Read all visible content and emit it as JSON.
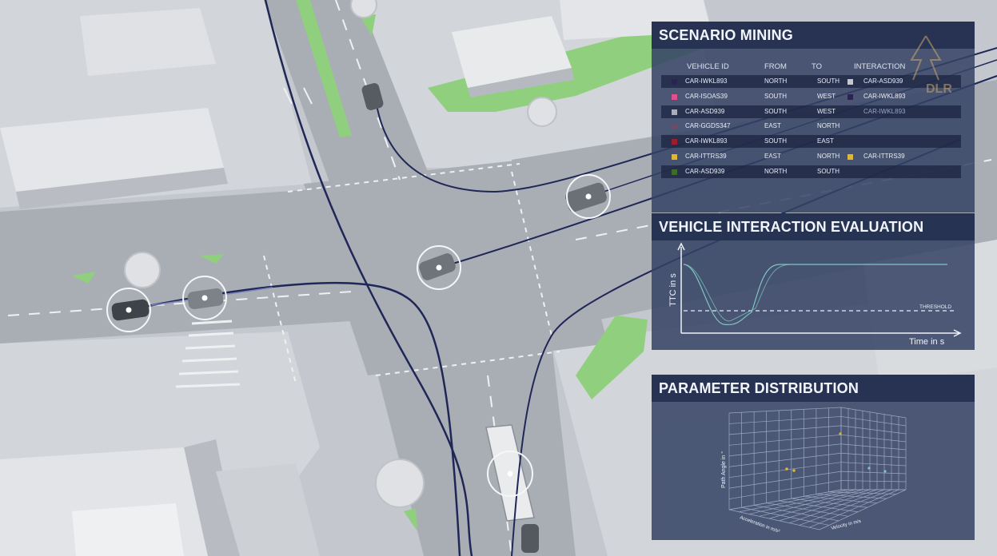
{
  "logo": {
    "text": "DLR"
  },
  "scenario_mining": {
    "title": "SCENARIO MINING",
    "columns": {
      "vehicle_id": "VEHICLE ID",
      "from": "FROM",
      "to": "TO",
      "interaction": "INTERACTION"
    },
    "rows": [
      {
        "color": "#2b2452",
        "vehicle_id": "CAR-IWKL893",
        "from": "NORTH",
        "to": "SOUTH",
        "interaction_color": "#c4c8d2",
        "interaction": "CAR-ASD939"
      },
      {
        "color": "#e0508a",
        "vehicle_id": "CAR-ISOAS39",
        "from": "SOUTH",
        "to": "WEST",
        "interaction_color": "#2b2452",
        "interaction": "CAR-IWKL893"
      },
      {
        "color": "#a9aebb",
        "vehicle_id": "CAR-ASD939",
        "from": "SOUTH",
        "to": "WEST",
        "interaction_color": "",
        "interaction": "CAR-IWKL893"
      },
      {
        "color": "#6a4e66",
        "vehicle_id": "CAR-GGDS347",
        "from": "EAST",
        "to": "NORTH",
        "interaction_color": "",
        "interaction": ""
      },
      {
        "color": "#9b1e2e",
        "vehicle_id": "CAR-IWKL893",
        "from": "SOUTH",
        "to": "EAST",
        "interaction_color": "",
        "interaction": ""
      },
      {
        "color": "#e3b62f",
        "vehicle_id": "CAR-ITTRS39",
        "from": "EAST",
        "to": "NORTH",
        "interaction_color": "#e3b62f",
        "interaction": "CAR-ITTRS39"
      },
      {
        "color": "#3e6b2e",
        "vehicle_id": "CAR-ASD939",
        "from": "NORTH",
        "to": "SOUTH",
        "interaction_color": "",
        "interaction": ""
      }
    ]
  },
  "interaction_eval": {
    "title": "VEHICLE INTERACTION EVALUATION",
    "y_label": "TTC in s",
    "x_label": "Time in s",
    "threshold_label": "THRESHOLD"
  },
  "param_dist": {
    "title": "PARAMETER DISTRIBUTION",
    "z_label": "Path Angle in °",
    "x_label": "Acceleration in m/s²",
    "y_label": "Velocity in m/s"
  },
  "colors": {
    "panel": "#344264",
    "accent_line": "#7fc6c2",
    "road": "#a7acb3",
    "grass": "#8fcf7e",
    "trajectory": "#1c2450"
  }
}
